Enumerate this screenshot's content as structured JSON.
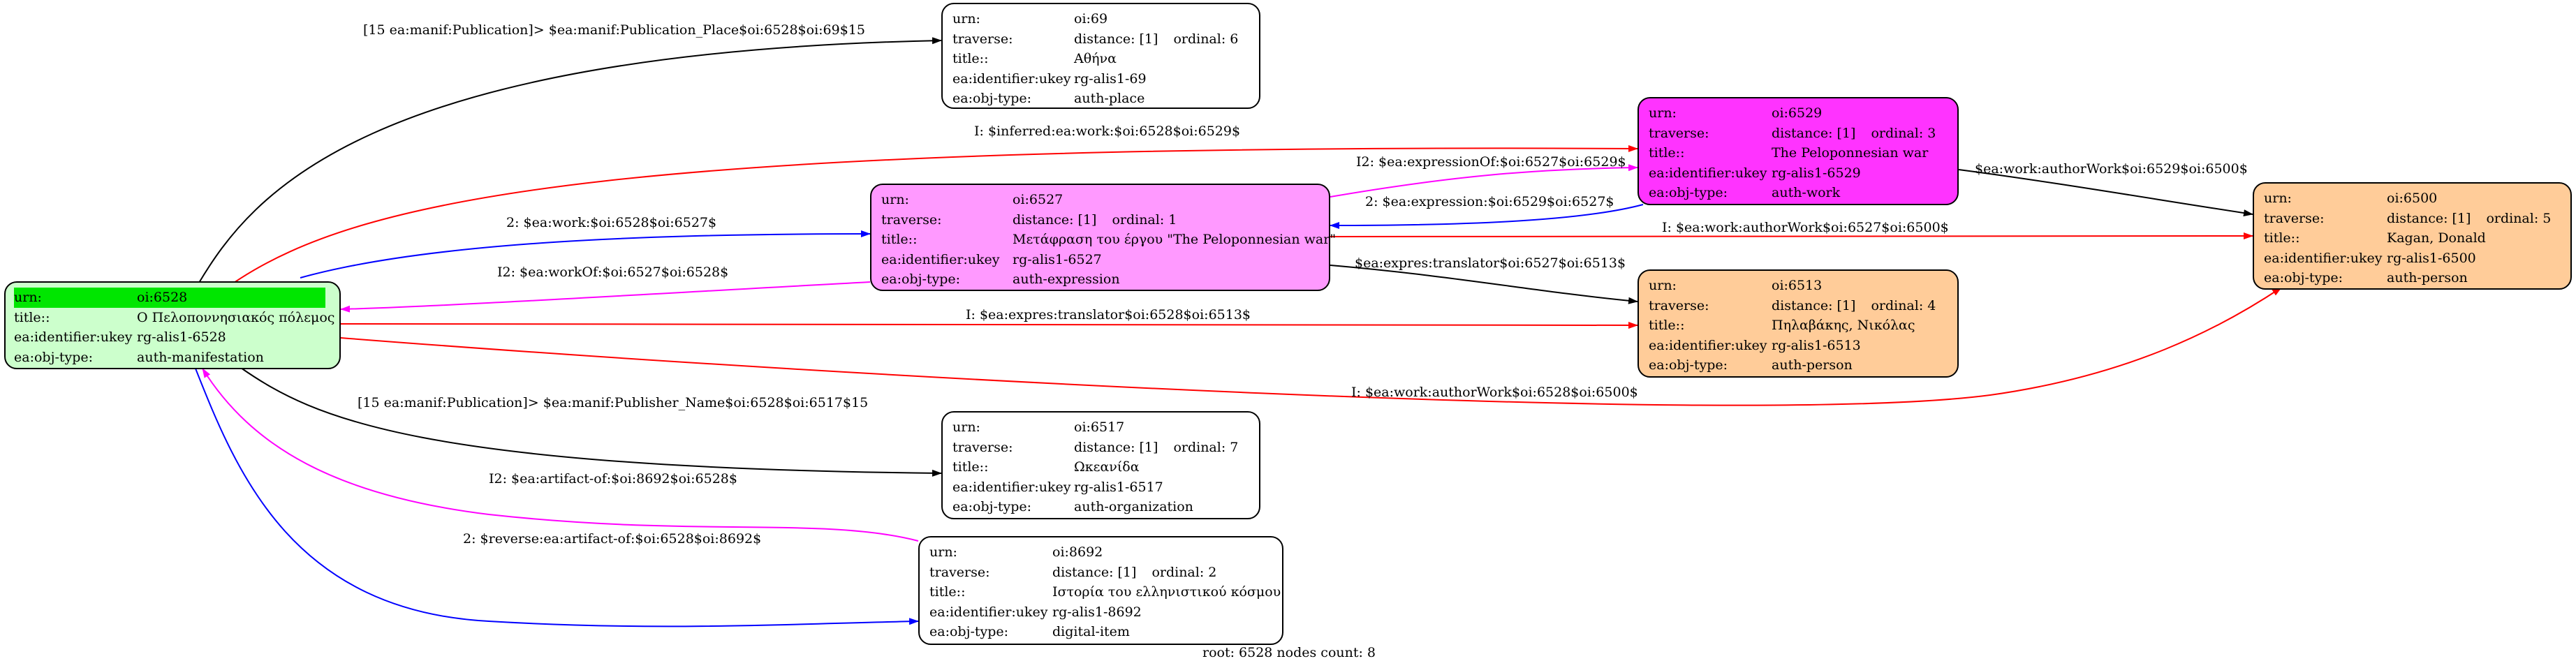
{
  "colors": {
    "root_fill": "#ccffcc",
    "root_highlight": "#00e600",
    "work_fill": "#ff33ff",
    "expression_fill": "#ff99ff",
    "person_fill": "#ffcc99",
    "default_fill": "#ffffff",
    "edge_black": "#000000",
    "edge_red": "#ff0000",
    "edge_blue": "#0000ff",
    "edge_magenta": "#ff00ff"
  },
  "nodes": {
    "n6528": {
      "rows": [
        [
          "urn:",
          "oi:6528"
        ],
        [
          "title::",
          "Ο Πελοποννησιακός πόλεμος"
        ],
        [
          "ea:identifier:ukey",
          "rg-alis1-6528"
        ],
        [
          "ea:obj-type:",
          "auth-manifestation"
        ]
      ]
    },
    "n69": {
      "rows": [
        [
          "urn:",
          "oi:69"
        ],
        [
          "traverse:",
          "distance: [1]",
          "ordinal: 6"
        ],
        [
          "title::",
          "Αθήνα"
        ],
        [
          "ea:identifier:ukey",
          "rg-alis1-69"
        ],
        [
          "ea:obj-type:",
          "auth-place"
        ]
      ]
    },
    "n6529": {
      "rows": [
        [
          "urn:",
          "oi:6529"
        ],
        [
          "traverse:",
          "distance: [1]",
          "ordinal: 3"
        ],
        [
          "title::",
          "The Peloponnesian war"
        ],
        [
          "ea:identifier:ukey",
          "rg-alis1-6529"
        ],
        [
          "ea:obj-type:",
          "auth-work"
        ]
      ]
    },
    "n6527": {
      "rows": [
        [
          "urn:",
          "oi:6527"
        ],
        [
          "traverse:",
          "distance: [1]",
          "ordinal: 1"
        ],
        [
          "title::",
          "Μετάφραση του έργου \"The Peloponnesian war\""
        ],
        [
          "ea:identifier:ukey",
          "rg-alis1-6527"
        ],
        [
          "ea:obj-type:",
          "auth-expression"
        ]
      ]
    },
    "n6500": {
      "rows": [
        [
          "urn:",
          "oi:6500"
        ],
        [
          "traverse:",
          "distance: [1]",
          "ordinal: 5"
        ],
        [
          "title::",
          "Kagan, Donald"
        ],
        [
          "ea:identifier:ukey",
          "rg-alis1-6500"
        ],
        [
          "ea:obj-type:",
          "auth-person"
        ]
      ]
    },
    "n6513": {
      "rows": [
        [
          "urn:",
          "oi:6513"
        ],
        [
          "traverse:",
          "distance: [1]",
          "ordinal: 4"
        ],
        [
          "title::",
          "Πηλαβάκης, Νικόλας"
        ],
        [
          "ea:identifier:ukey",
          "rg-alis1-6513"
        ],
        [
          "ea:obj-type:",
          "auth-person"
        ]
      ]
    },
    "n6517": {
      "rows": [
        [
          "urn:",
          "oi:6517"
        ],
        [
          "traverse:",
          "distance: [1]",
          "ordinal: 7"
        ],
        [
          "title::",
          "Ωκεανίδα"
        ],
        [
          "ea:identifier:ukey",
          "rg-alis1-6517"
        ],
        [
          "ea:obj-type:",
          "auth-organization"
        ]
      ]
    },
    "n8692": {
      "rows": [
        [
          "urn:",
          "oi:8692"
        ],
        [
          "traverse:",
          "distance: [1]",
          "ordinal: 2"
        ],
        [
          "title::",
          "Ιστορία του ελληνιστικού κόσμου"
        ],
        [
          "ea:identifier:ukey",
          "rg-alis1-8692"
        ],
        [
          "ea:obj-type:",
          "digital-item"
        ]
      ]
    }
  },
  "edge_labels": {
    "pub_place": "[15 ea:manif:Publication]> $ea:manif:Publication_Place$oi:6528$oi:69$15",
    "inferred_work": "I: $inferred:ea:work:$oi:6528$oi:6529$",
    "expression_of": "I2: $ea:expressionOf:$oi:6527$oi:6529$",
    "expression": "2: $ea:expression:$oi:6529$oi:6527$",
    "work_6529_6500": "$ea:work:authorWork$oi:6529$oi:6500$",
    "work": "2: $ea:work:$oi:6528$oi:6527$",
    "work_of": "I2: $ea:workOf:$oi:6527$oi:6528$",
    "author_6527_6500": "I: $ea:work:authorWork$oi:6527$oi:6500$",
    "translator_6527": "$ea:expres:translator$oi:6527$oi:6513$",
    "translator_6528": "I: $ea:expres:translator$oi:6528$oi:6513$",
    "author_6528_6500": "I: $ea:work:authorWork$oi:6528$oi:6500$",
    "publisher": "[15 ea:manif:Publication]> $ea:manif:Publisher_Name$oi:6528$oi:6517$15",
    "artifact_of": "I2: $ea:artifact-of:$oi:8692$oi:6528$",
    "reverse_artifact": "2: $reverse:ea:artifact-of:$oi:6528$oi:8692$"
  },
  "footer": "root: 6528 nodes count: 8"
}
